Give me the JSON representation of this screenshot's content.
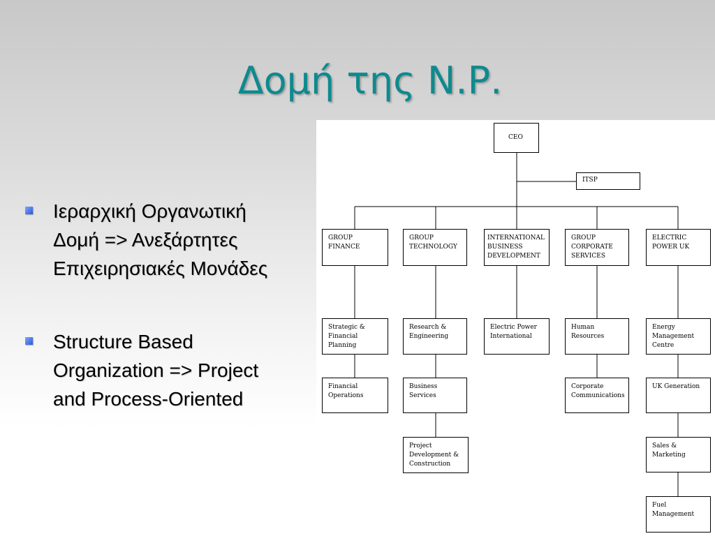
{
  "slide": {
    "title": "Δομή της Ν.Ρ.",
    "bullets": [
      "Ιεραρχική Οργανωτική\nΔομή => Ανεξάρτητες\nΕπιχειρησιακές Μονάδες",
      "Structure Based\nOrganization => Project\nand Process-Oriented"
    ]
  },
  "org_chart": {
    "ceo": "CEO",
    "itsp": "ITSP",
    "divisions": [
      "GROUP\nFINANCE",
      "GROUP\nTECHNOLOGY",
      "INTERNATIONAL\nBUSINESS\nDEVELOPMENT",
      "GROUP\nCORPORATE\nSERVICES",
      "ELECTRIC\nPOWER UK"
    ],
    "units": [
      "Strategic &\nFinancial\nPlanning",
      "Financial\nOperations",
      "Research &\nEngineering",
      "Business\nServices",
      "Project\nDevelopment &\nConstruction",
      "Electric Power\nInternational",
      "Human\nResources",
      "Corporate\nCommunications",
      "Energy\nManagement\nCentre",
      "UK Generation",
      "Sales &\nMarketing",
      "Fuel\nManagement"
    ]
  }
}
